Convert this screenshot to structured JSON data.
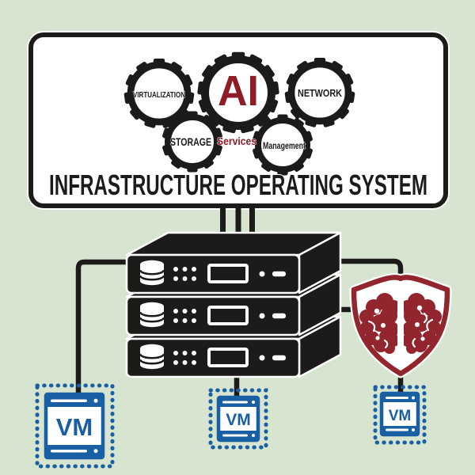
{
  "os": {
    "title": "INFRASTRUCTURE OPERATING SYSTEM",
    "gears": {
      "virtualization": "VIRTUALIZATION",
      "ai": "AI",
      "network": "NETWORK",
      "storage": "STORAGE",
      "services": "Services",
      "management": "Management"
    }
  },
  "vm": {
    "left": "VM",
    "middle": "VM",
    "right": "VM"
  },
  "icons": {
    "server": "server-stack-icon",
    "database": "database-icon",
    "shield": "security-shield-icon",
    "brain": "ai-brain-icon",
    "gear": "gear-icon",
    "chip": "vm-chip-icon"
  },
  "colors": {
    "background": "#d7e5d0",
    "ink_black": "#1d1b19",
    "accent_red": "#92252e",
    "ai_red": "#8e1d26",
    "vm_blue": "#185fa3",
    "white": "#ffffff"
  }
}
